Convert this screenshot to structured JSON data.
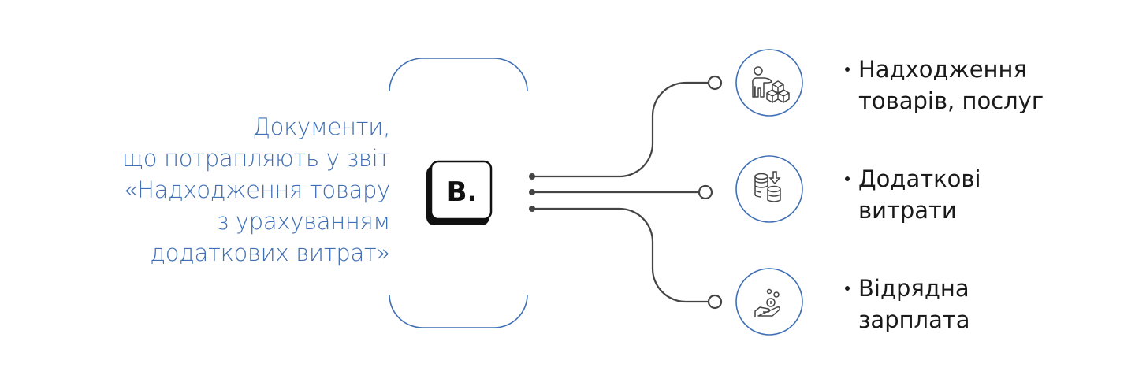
{
  "left_caption": {
    "lines": [
      "Документи,",
      "що потрапляють у звіт",
      "«Надходження товару",
      "з урахуванням",
      "додаткових витрат»"
    ]
  },
  "logo": {
    "text": "B."
  },
  "branches": [
    {
      "icon": "person-with-boxes-icon",
      "bullet_lines": [
        "Надходження",
        "товарів, послуг"
      ]
    },
    {
      "icon": "coins-stack-download-icon",
      "bullet_lines": [
        "Додаткові",
        "витрати"
      ]
    },
    {
      "icon": "hand-with-coins-icon",
      "bullet_lines": [
        "Відрядна",
        "зарплата"
      ]
    }
  ],
  "colors": {
    "accent_blue": "#3f6fb5",
    "connector_gray": "#444444",
    "text_dark": "#1a1a1a",
    "logo_black": "#111111"
  }
}
